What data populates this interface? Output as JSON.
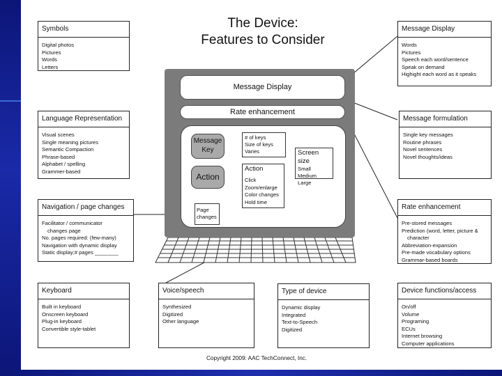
{
  "title": {
    "line1": "The Device:",
    "line2": "Features to Consider"
  },
  "device": {
    "message_display": "Message Display",
    "rate_enhancement": "Rate enhancement",
    "message_key": {
      "line1": "Message",
      "line2": "Key"
    },
    "action_button": "Action",
    "keys_info": [
      "# of keys",
      "Size of keys",
      "Varies"
    ],
    "screen_size": {
      "title": "Screen size",
      "items": [
        "Small",
        "Medium",
        "Large"
      ]
    },
    "action_info": {
      "title": "Action",
      "items": [
        "Click",
        "Zoom/enlarge",
        "Color changes",
        "Hold time"
      ]
    },
    "page_changes": {
      "line1": "Page",
      "line2": "changes"
    }
  },
  "boxes": {
    "symbols": {
      "title": "Symbols",
      "items": [
        "Digital photos",
        "Pictures",
        "Words",
        "Letters"
      ]
    },
    "language": {
      "title": "Language Representation",
      "items": [
        "Visual scenes",
        "Single meaning pictures",
        "Semantic Compaction",
        "Phrase-based",
        "Alphabet / spelling",
        "Grammer-based"
      ]
    },
    "navigation": {
      "title": "Navigation / page changes",
      "items": [
        "Facilitator / communicator",
        "changes page",
        "No. pages required: (few-many)",
        "Navigation with dynamic display",
        "Static display;# pages ________"
      ]
    },
    "keyboard": {
      "title": "Keyboard",
      "items": [
        "Built in keyboard",
        "Onscreen keyboard",
        "Plug-in keyboard",
        "Convertible style-tablet"
      ]
    },
    "voice": {
      "title": "Voice/speech",
      "items": [
        "Synthesized",
        "Digitized",
        "Other language"
      ]
    },
    "type": {
      "title": "Type of device",
      "items": [
        "Dynamic display",
        "Integrated",
        "Text-to-Speech",
        "Digitized"
      ]
    },
    "message_display": {
      "title": "Message Display",
      "items": [
        "Words",
        "Pictures",
        "Speech each word/sentence",
        "Speak on demand",
        "Highight each word as it speaks"
      ]
    },
    "message_formulation": {
      "title": "Message formulation",
      "items": [
        "Single key messages",
        "Routine phrases",
        "Novel sentences",
        "Novel thoughts/ideas"
      ]
    },
    "rate": {
      "title": "Rate enhancement",
      "items": [
        "Pre-stored  messages",
        "Prediction (word, letter, picture &",
        "character",
        "Abbreviation-expansion",
        "Pre-made vocabulary options",
        "Grammar-based boards"
      ]
    },
    "functions": {
      "title": "Device functions/access",
      "items": [
        "On/off",
        "Volume",
        "Programing",
        "ECUs",
        "Internet browsing",
        "Computer applications"
      ]
    }
  },
  "copyright": "Copyright 2009: AAC TechConnect, Inc.",
  "colors": {
    "sidebar": "#0c1678",
    "monitor": "#7b7b7b",
    "buttons": "#a9a9a9"
  }
}
